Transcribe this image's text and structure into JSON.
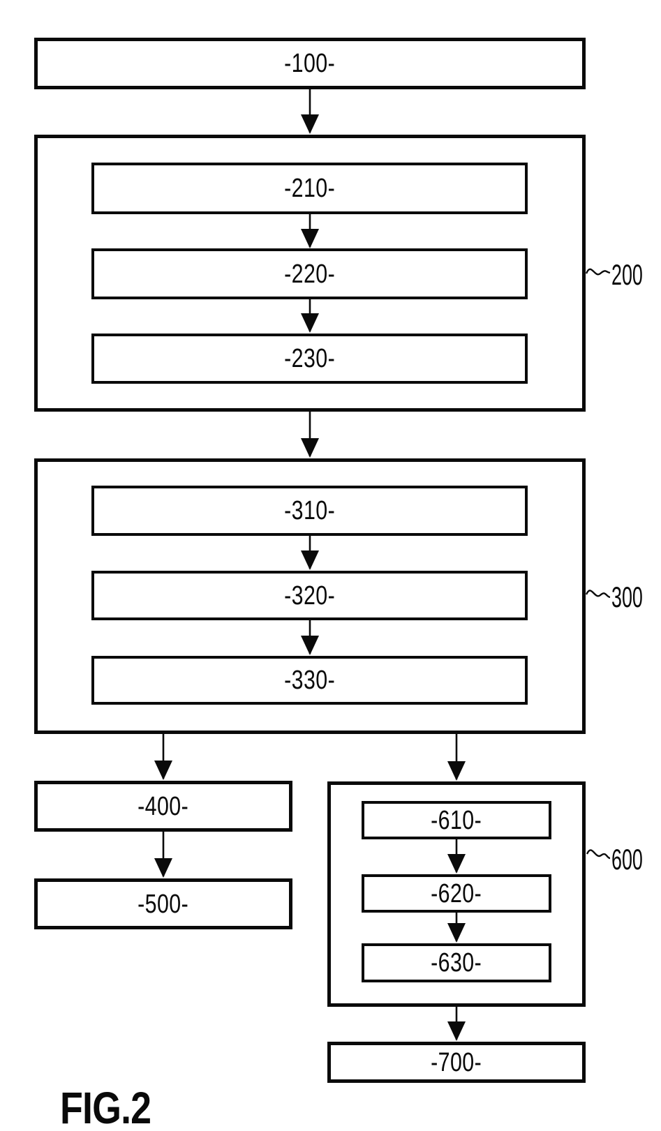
{
  "caption": "FIG.2",
  "boxes": {
    "b100": "-100-",
    "b210": "-210-",
    "b220": "-220-",
    "b230": "-230-",
    "b310": "-310-",
    "b320": "-320-",
    "b330": "-330-",
    "b400": "-400-",
    "b500": "-500-",
    "b610": "-610-",
    "b620": "-620-",
    "b630": "-630-",
    "b700": "-700-"
  },
  "refs": {
    "r200": "200",
    "r300": "300",
    "r600": "600"
  },
  "groups": {
    "g200": {
      "ref": "200",
      "children": [
        "210",
        "220",
        "230"
      ]
    },
    "g300": {
      "ref": "300",
      "children": [
        "310",
        "320",
        "330"
      ]
    },
    "g600": {
      "ref": "600",
      "children": [
        "610",
        "620",
        "630"
      ]
    }
  },
  "edges": [
    {
      "from": "100",
      "to": "200"
    },
    {
      "from": "210",
      "to": "220"
    },
    {
      "from": "220",
      "to": "230"
    },
    {
      "from": "200",
      "to": "300"
    },
    {
      "from": "310",
      "to": "320"
    },
    {
      "from": "320",
      "to": "330"
    },
    {
      "from": "300",
      "to": "400"
    },
    {
      "from": "300",
      "to": "600"
    },
    {
      "from": "400",
      "to": "500"
    },
    {
      "from": "610",
      "to": "620"
    },
    {
      "from": "620",
      "to": "630"
    },
    {
      "from": "600",
      "to": "700"
    }
  ],
  "colors": {
    "line": "#0a0a0a",
    "background": "#ffffff"
  }
}
